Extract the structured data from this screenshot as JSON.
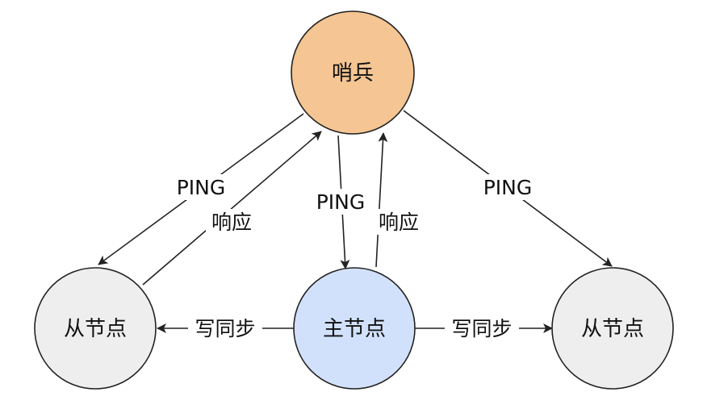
{
  "nodes": {
    "sentinel": {
      "label": "哨兵",
      "fill": "#f5c593"
    },
    "master": {
      "label": "主节点",
      "fill": "#d2e1fb"
    },
    "replica_left": {
      "label": "从节点",
      "fill": "#eeeeee"
    },
    "replica_right": {
      "label": "从节点",
      "fill": "#eeeeee"
    }
  },
  "edges": {
    "ping_left": {
      "label": "PING"
    },
    "reply_left": {
      "label": "响应"
    },
    "ping_master": {
      "label": "PING"
    },
    "reply_master": {
      "label": "响应"
    },
    "ping_right": {
      "label": "PING"
    },
    "sync_left": {
      "label": "写同步"
    },
    "sync_right": {
      "label": "写同步"
    }
  },
  "colors": {
    "stroke": "#222222",
    "text": "#111111"
  }
}
